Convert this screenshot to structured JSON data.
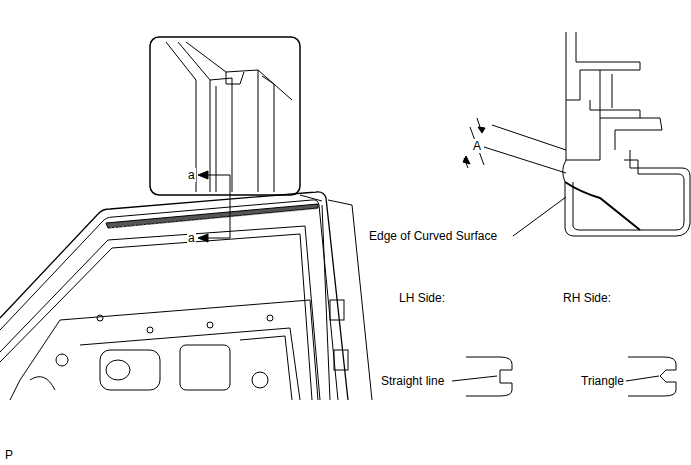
{
  "diagram": {
    "labels": [
      "a",
      "a",
      "A",
      "Edge of Curved Surface",
      "LH Side:",
      "RH Side:",
      "Straight line",
      "Triangle",
      "P"
    ]
  }
}
